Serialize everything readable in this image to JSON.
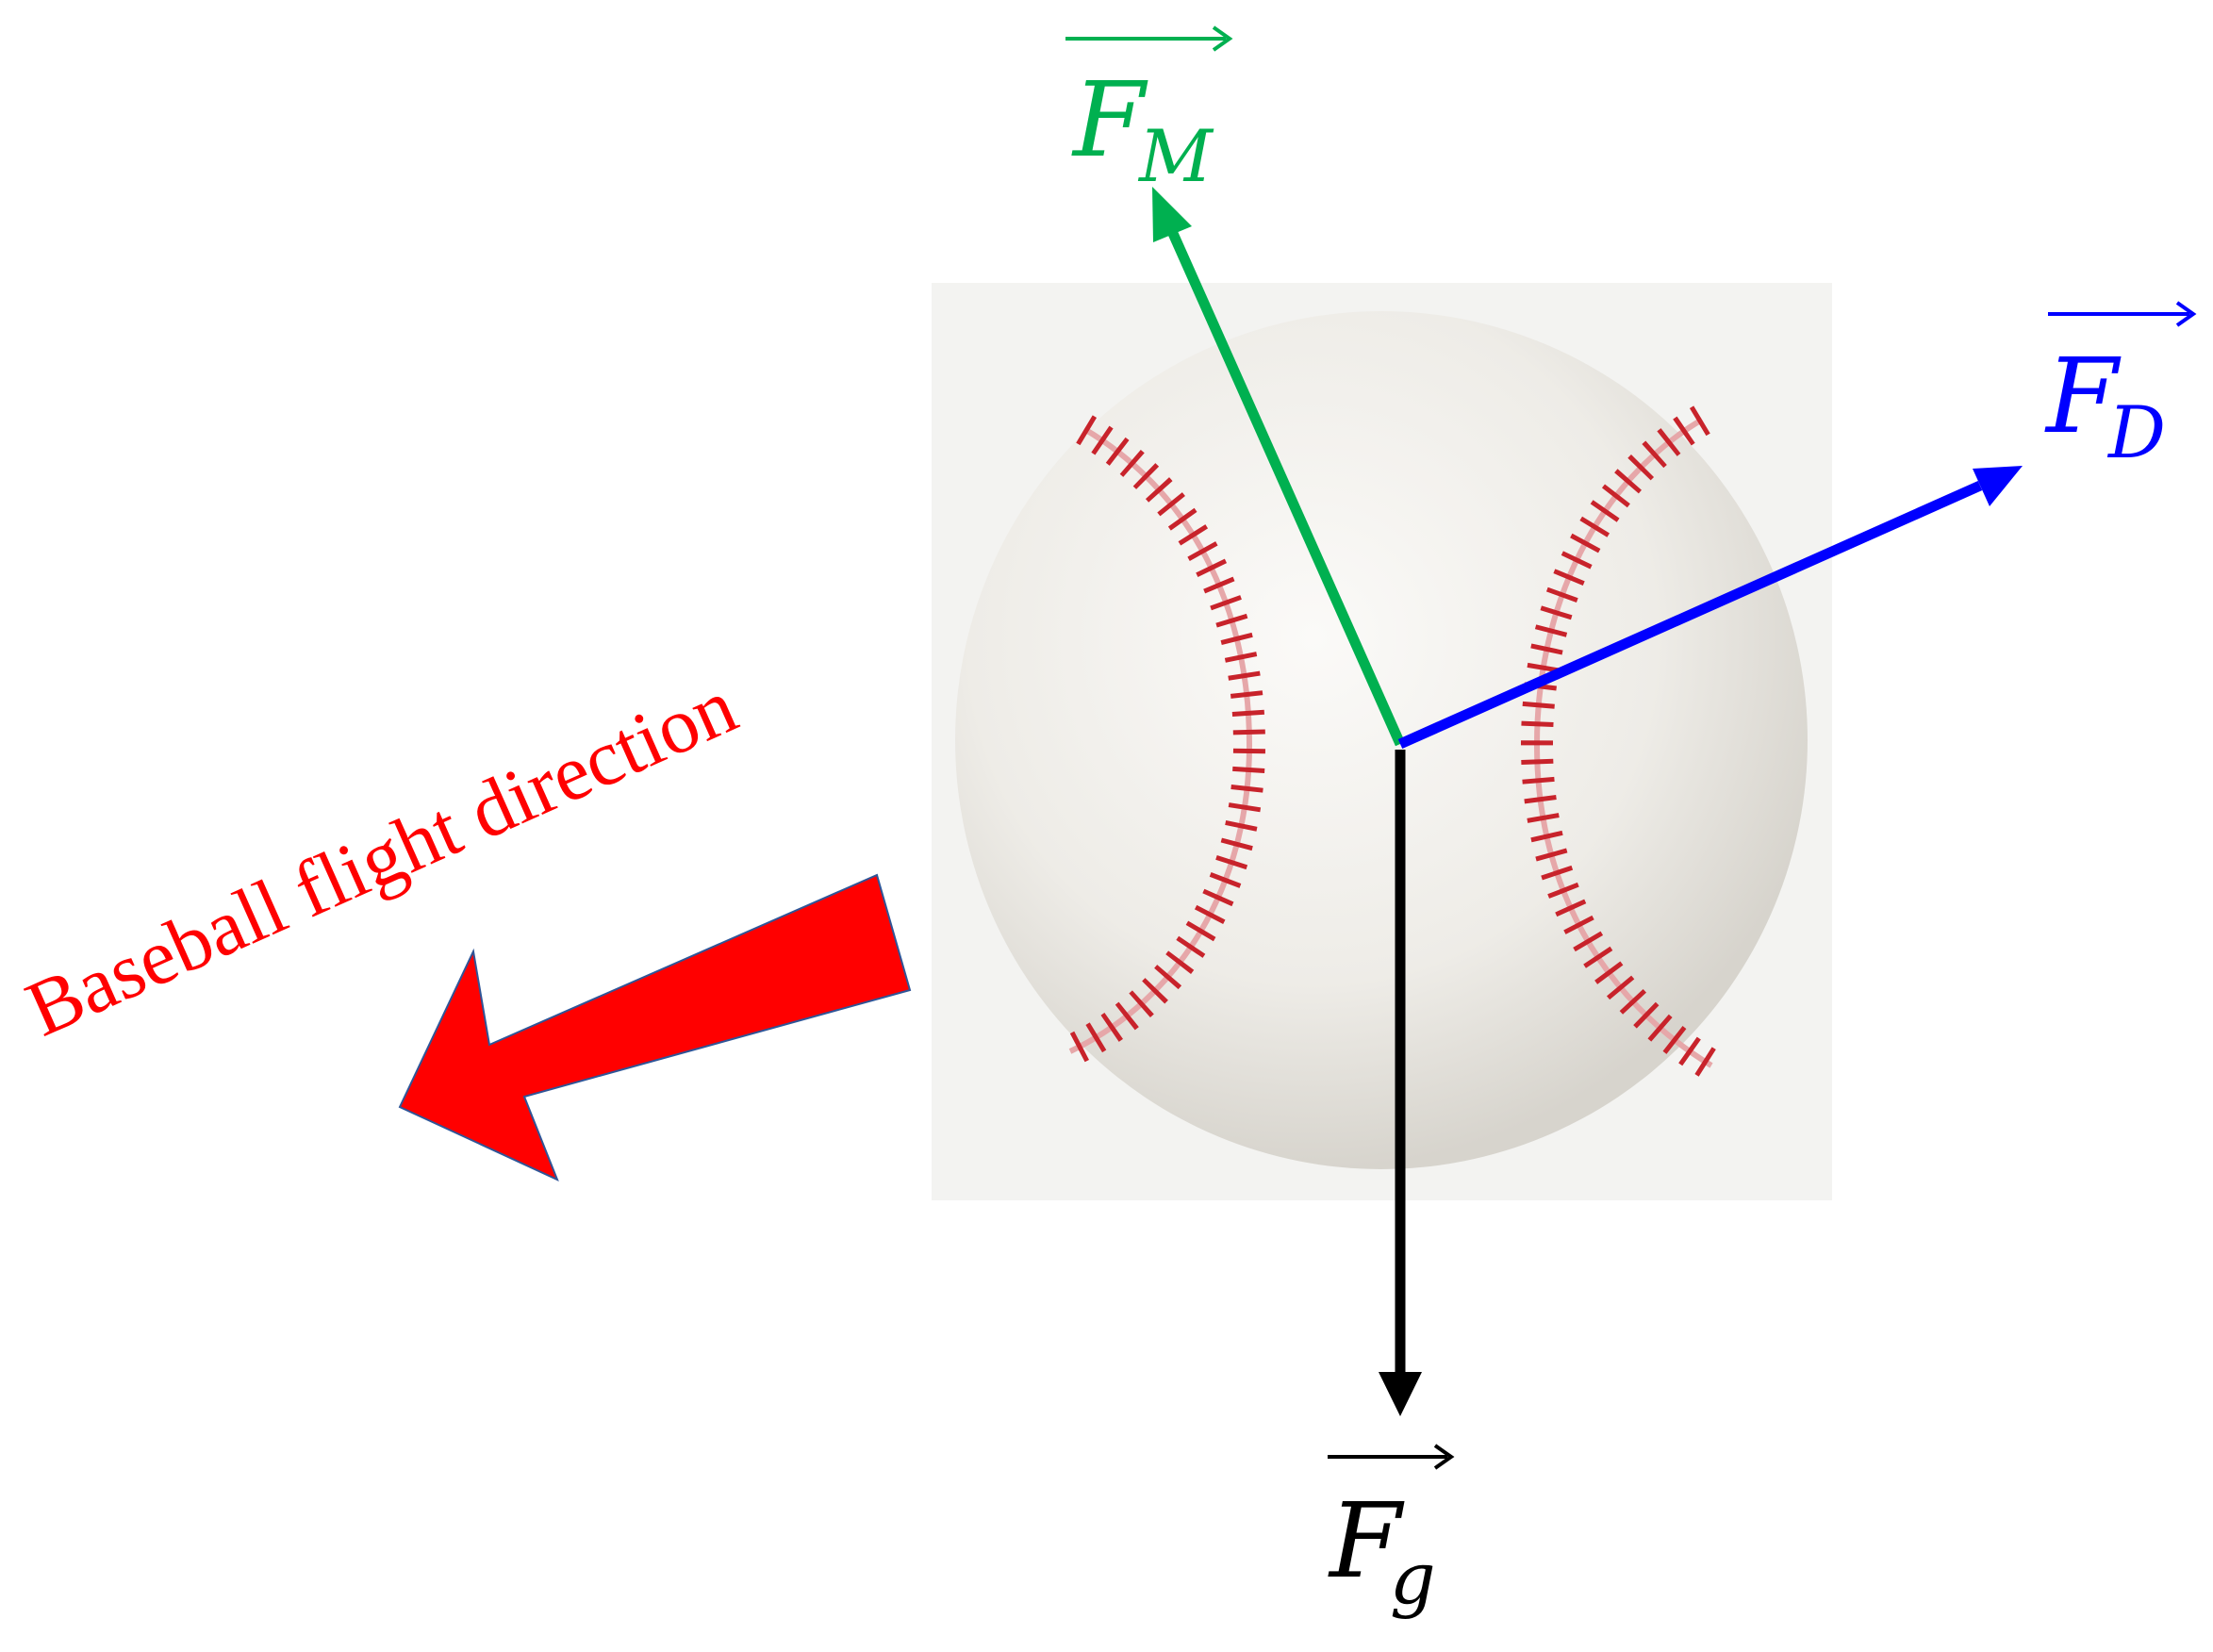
{
  "caption": "Baseball flight direction",
  "forces": [
    {
      "id": "magnus",
      "symbol": "F",
      "subscript": "M",
      "color": "#00b050"
    },
    {
      "id": "drag",
      "symbol": "F",
      "subscript": "D",
      "color": "#0000ff"
    },
    {
      "id": "gravity",
      "symbol": "F",
      "subscript": "g",
      "color": "#000000"
    }
  ],
  "colors": {
    "flight_arrow": "#ff0000",
    "flight_arrow_outline": "#2f5597",
    "ball": "#f2f0ec",
    "stitch": "#c8232b"
  }
}
